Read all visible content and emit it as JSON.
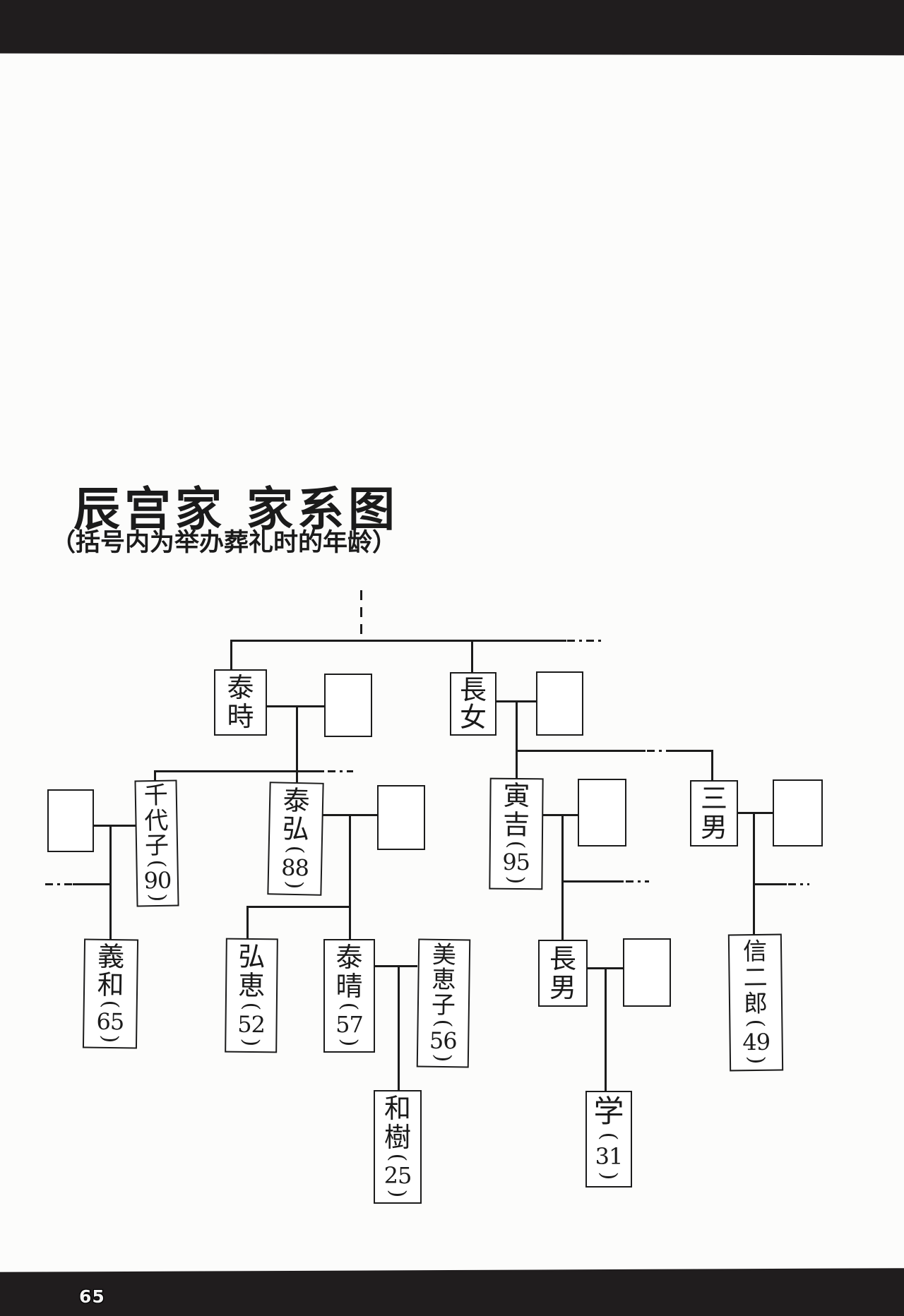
{
  "page": {
    "title": "辰宫家 家系图",
    "subtitle": "（括号内为举办葬礼时的年龄）",
    "page_number": "65"
  },
  "tree": {
    "note": "ages in parentheses are age at time of funeral",
    "persons": {
      "yasutoki": {
        "name": "泰時",
        "age": ""
      },
      "chojo": {
        "name": "長女",
        "age": ""
      },
      "chiyoko": {
        "name": "千代子",
        "age": "90"
      },
      "yasuhiro": {
        "name": "泰弘",
        "age": "88"
      },
      "torakichi": {
        "name": "寅吉",
        "age": "95"
      },
      "sannan": {
        "name": "三男",
        "age": ""
      },
      "yoshikazu": {
        "name": "義和",
        "age": "65"
      },
      "hiroe": {
        "name": "弘恵",
        "age": "52"
      },
      "yasuharu": {
        "name": "泰晴",
        "age": "57"
      },
      "mieko": {
        "name": "美恵子",
        "age": "56"
      },
      "kazuki": {
        "name": "和樹",
        "age": "25"
      },
      "chonan": {
        "name": "長男",
        "age": ""
      },
      "manabu": {
        "name": "学",
        "age": "31"
      },
      "shinjiro": {
        "name": "信二郎",
        "age": "49"
      }
    }
  }
}
